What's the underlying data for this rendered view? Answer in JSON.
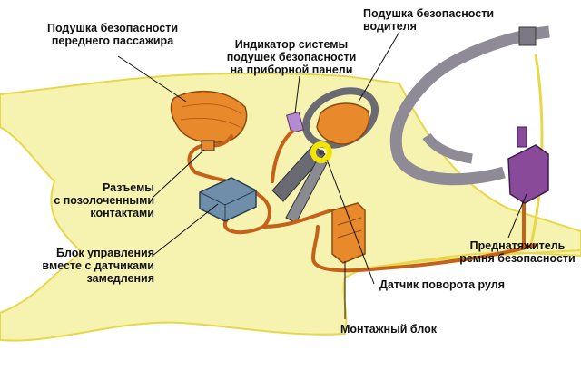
{
  "labels": {
    "passenger_airbag": [
      "Подушка безопасности",
      "переднего пассажира"
    ],
    "indicator": [
      "Индикатор системы",
      "подушек безопасности",
      "на приборной панели"
    ],
    "driver_airbag": [
      "Подушка безопасности",
      "водителя"
    ],
    "connectors": [
      "Разъемы",
      "с позолоченными",
      "контактами"
    ],
    "control_unit": [
      "Блок управления",
      "вместе с датчиками",
      "замедления"
    ],
    "pretensioner": [
      "Преднатяжитель",
      "ремня безопасности"
    ],
    "steering_sensor": [
      "Датчик поворота руля"
    ],
    "mounting_block": [
      "Монтажный блок"
    ]
  },
  "colors": {
    "body_fill": "#f6f2b0",
    "body_stroke": "#e6d84a",
    "airbag": "#e8892c",
    "harness": "#c4621a",
    "control_unit": "#6f8eaa",
    "pretensioner": "#8a4a9a",
    "belt": "#8e8a96",
    "wheel": "#6a6a72",
    "leader": "#111111",
    "sensor_ring": "#f2e600"
  }
}
